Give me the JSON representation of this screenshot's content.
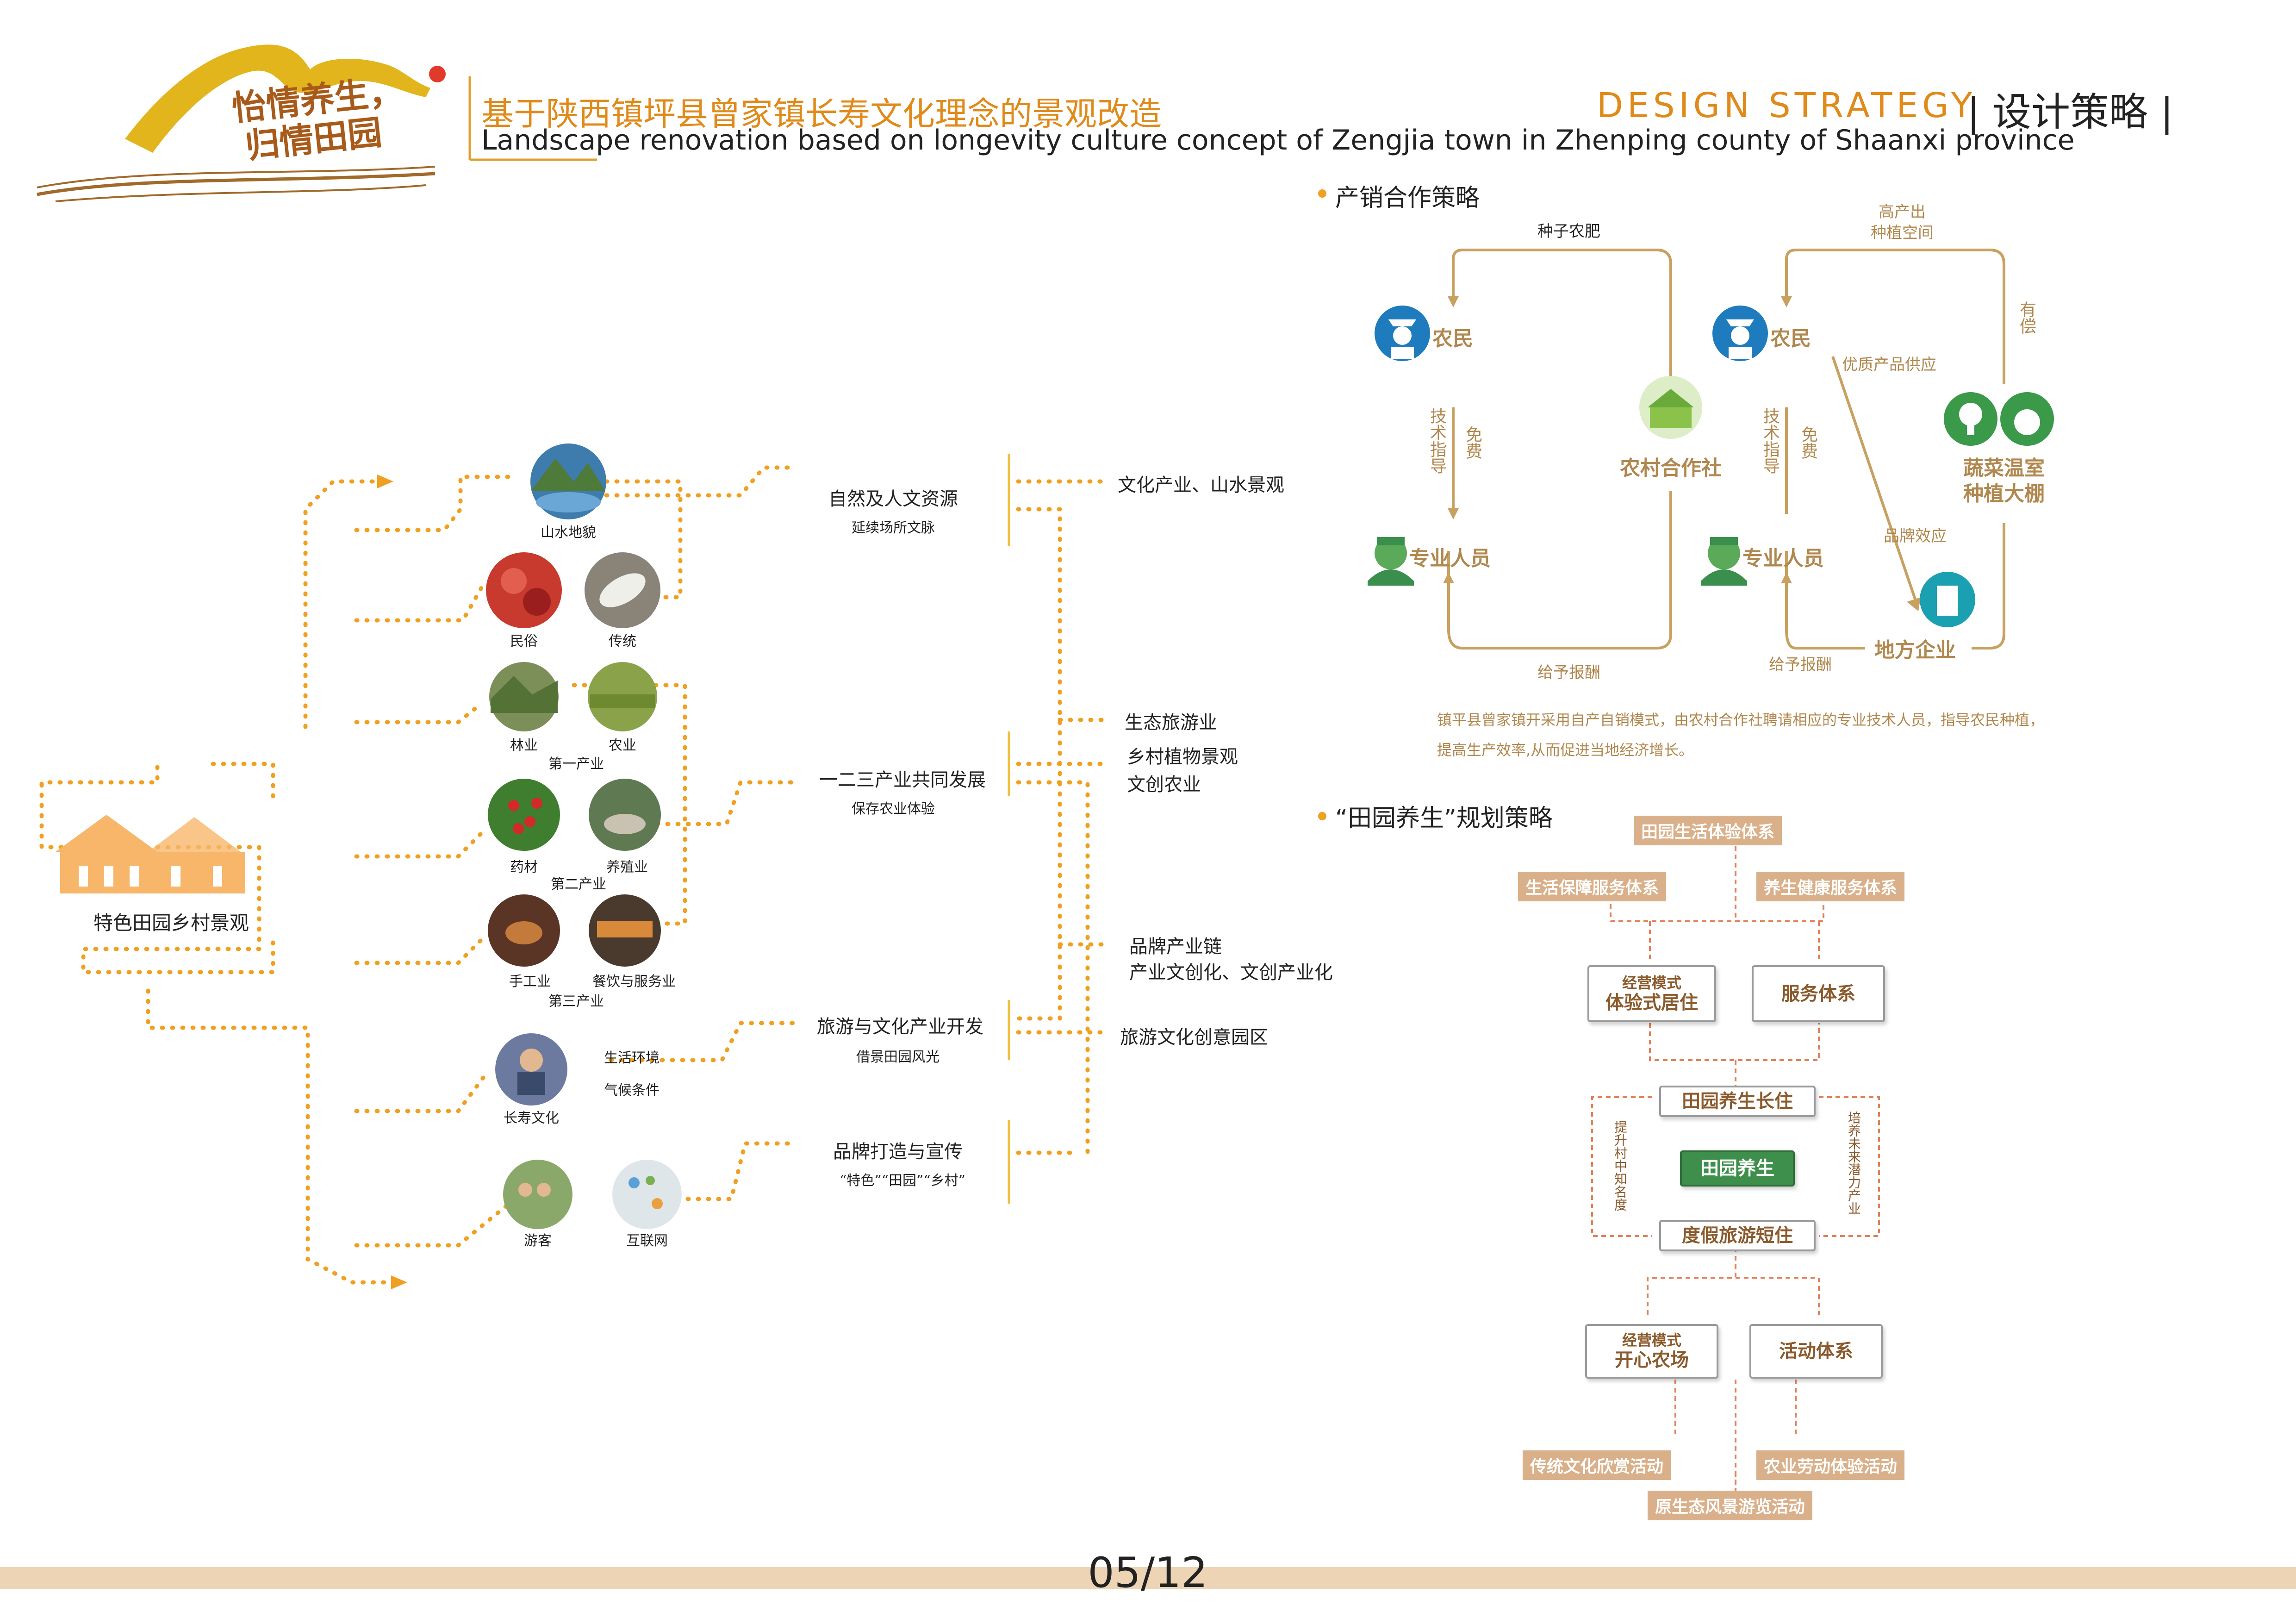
{
  "header": {
    "logo_text": [
      "怡情养生，",
      "归情田园"
    ],
    "title_cn": "基于陕西镇坪县曾家镇长寿文化理念的景观改造",
    "title_en": "Landscape renovation based on longevity culture concept of Zengjia town in Zhenping county of Shaanxi province",
    "strategy_en": "DESIGN  STRATEGY",
    "strategy_cn": "| 设计策略 |"
  },
  "left": {
    "root_label": "特色田园乡村景观",
    "nodes": {
      "n1": "山水地貌",
      "n2": "民俗",
      "n3": "传统",
      "n4": "林业",
      "n5": "农业",
      "g1": "第一产业",
      "n6": "药材",
      "n7": "养殖业",
      "g2": "第二产业",
      "n8": "手工业",
      "n9": "餐饮与服务业",
      "g3": "第三产业",
      "n10": "长寿文化",
      "n10a": "生活环境",
      "n10b": "气候条件",
      "n11": "游客",
      "n12": "互联网"
    },
    "mid": [
      {
        "title": "自然及人文资源",
        "sub": "延续场所文脉"
      },
      {
        "title": "一二三产业共同发展",
        "sub": "保存农业体验"
      },
      {
        "title": "旅游与文化产业开发",
        "sub": "借景田园风光"
      },
      {
        "title": "品牌打造与宣传",
        "sub": "“特色”“田园”“乡村”"
      }
    ],
    "right": [
      "文化产业、山水景观",
      "生态旅游业",
      "乡村植物景观",
      "文创农业",
      "品牌产业链",
      "产业文创化、文创产业化",
      "旅游文化创意园区"
    ]
  },
  "coop": {
    "heading": "产销合作策略",
    "left_cycle": {
      "top": "种子农肥",
      "farmer": "农民",
      "coop": "农村合作社",
      "expert": "专业人员",
      "tech": "技术指导",
      "free": "免费",
      "bottom": "给予报酬"
    },
    "right_cycle": {
      "top1": "高产出",
      "top2": "种植空间",
      "paid": "有偿",
      "farmer": "农民",
      "supply": "优质产品供应",
      "greenhouse1": "蔬菜温室",
      "greenhouse2": "种植大棚",
      "tech": "技术指导",
      "free": "免费",
      "brand": "品牌效应",
      "expert": "专业人员",
      "company": "地方企业",
      "bottom": "给予报酬"
    },
    "desc1": "镇平县曾家镇开采用自产自销模式，由农村合作社聘请相应的专业技术人员，指导农民种植，",
    "desc2": "提高生产效率,从而促进当地经济增长。"
  },
  "plan": {
    "heading": "“田园养生”规划策略",
    "top": "田园生活体验体系",
    "t_left": "生活保障服务体系",
    "t_right": "养生健康服务体系",
    "box1_small": "经营模式",
    "box1_large": "体验式居住",
    "box2": "服务体系",
    "center_top": "田园养生长住",
    "center": "田园养生",
    "center_bottom": "度假旅游短住",
    "side_left": "提升村中知名度",
    "side_right": "培养未来潜力产业",
    "box3_small": "经营模式",
    "box3_large": "开心农场",
    "box4": "活动体系",
    "b_left": "传统文化欣赏活动",
    "b_right": "农业劳动体验活动",
    "b_bottom": "原生态风景游览活动"
  },
  "footer": {
    "page": "05/12"
  },
  "colors": {
    "orange": "#f0a020",
    "tan": "#c8a060",
    "green": "#3a8f4c",
    "blue": "#1e7bbd",
    "teal": "#1aa0b0",
    "band": "#ecd4b4"
  }
}
